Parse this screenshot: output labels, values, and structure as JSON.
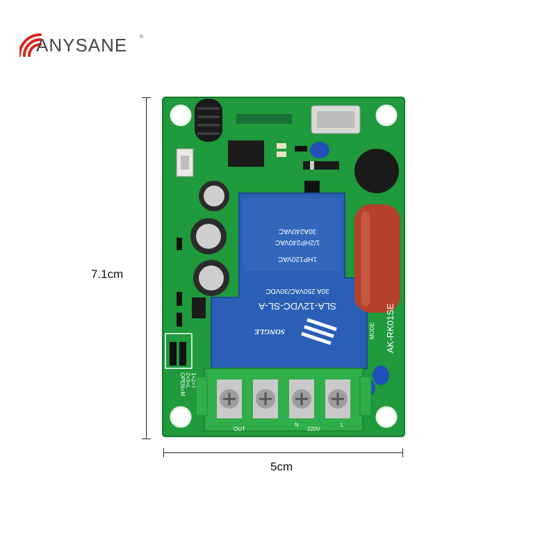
{
  "brand": {
    "name": "ANYSANE",
    "registered": "®",
    "accent_color": "#d9261c"
  },
  "dimensions": {
    "height_label": "7.1cm",
    "width_label": "5cm"
  },
  "board": {
    "relay_brand": "SONGLE",
    "relay_model": "SLA-12VDC-SL-A",
    "relay_ratings": [
      "30A 250VAC/30VDC",
      "1HP120VAC",
      "1/2HP240VAC",
      "30A240VAC"
    ],
    "board_model": "AK-RK01SE",
    "mode_label": "MODE",
    "jumper_labels": [
      "1+2=T",
      "2+3=L",
      "OPEN=M"
    ],
    "terminal_labels": [
      "OUT",
      "N",
      "220V",
      "L"
    ],
    "pcb_color": "#1f9a3c",
    "relay_color": "#2a5fb5",
    "capacitor_color": "#b5412c",
    "terminal_color": "#2fae4a"
  }
}
